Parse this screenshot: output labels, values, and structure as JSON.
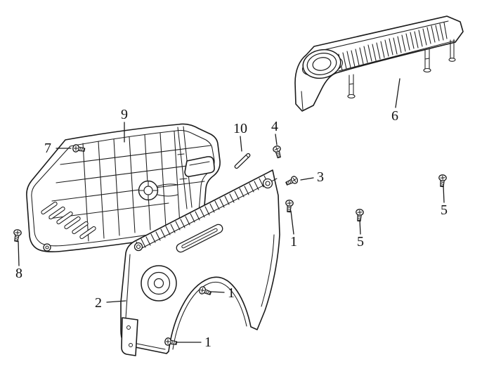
{
  "diagram": {
    "kind": "exploded-parts-diagram",
    "colors": {
      "line": "#1b1b1b",
      "background": "#ffffff",
      "label_text": "#111111"
    },
    "callouts": [
      {
        "id": "9",
        "label": "9"
      },
      {
        "id": "7",
        "label": "7"
      },
      {
        "id": "10",
        "label": "10"
      },
      {
        "id": "4",
        "label": "4"
      },
      {
        "id": "3",
        "label": "3"
      },
      {
        "id": "6",
        "label": "6"
      },
      {
        "id": "5-right",
        "label": "5"
      },
      {
        "id": "5-center",
        "label": "5"
      },
      {
        "id": "1-right",
        "label": "1"
      },
      {
        "id": "1-middle",
        "label": "1"
      },
      {
        "id": "1-bottom",
        "label": "1"
      },
      {
        "id": "8",
        "label": "8"
      },
      {
        "id": "2",
        "label": "2"
      }
    ]
  }
}
